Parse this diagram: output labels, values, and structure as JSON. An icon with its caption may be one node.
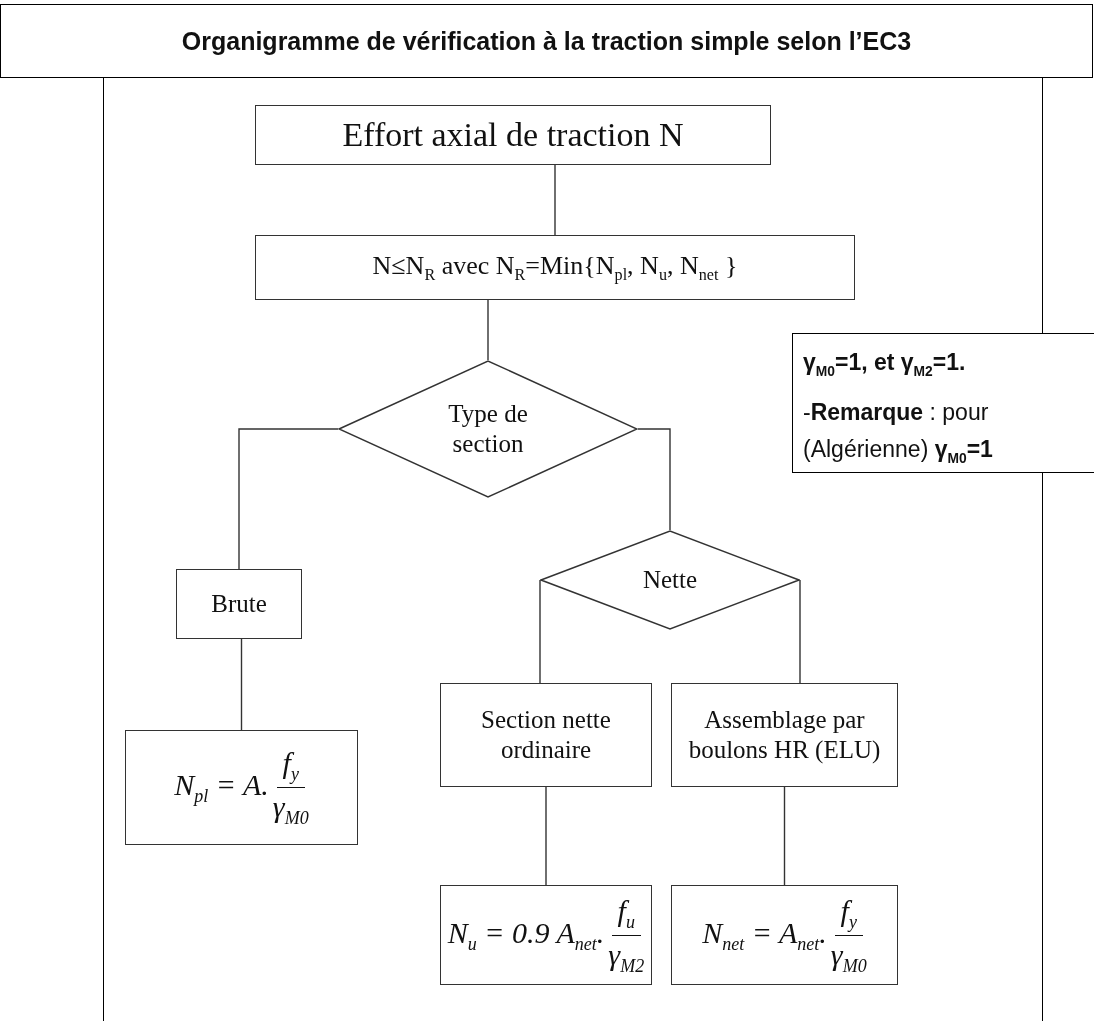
{
  "diagram": {
    "title": "Organigramme de vérification à la traction simple selon l’EC3",
    "nodes": [
      {
        "text": [
          "Effort axial de traction N"
        ]
      },
      {
        "text": [
          "N≤N$_{R}$ avec N$_{R}$=Min{N$_{pl}$, N$_{u}$, N$_{net}$ }"
        ]
      },
      {
        "text": [
          "Type de section"
        ]
      },
      {
        "text": [
          "Brute"
        ]
      },
      {
        "text": [
          "Nette"
        ]
      },
      {
        "text": [
          "Section nette ordinaire"
        ]
      },
      {
        "text": [
          "Assemblage par boulons HR (ELU)"
        ]
      },
      {
        "text": [
          "N$_{pl}$ = A.",
          "f$_{y}$",
          "γ$_{M0}$"
        ]
      },
      {
        "text": [
          "N$_{u}$ = 0.9 A$_{net}$.",
          "f$_{u}$",
          "γ$_{M2}$"
        ]
      },
      {
        "text": [
          "N$_{net}$ = A$_{net}$.",
          "f$_{y}$",
          "γ$_{M0}$"
        ]
      },
      {
        "text": [
          "γ$_{M0}$=1, et γ$_{M2}$=1.",
          "-**Remarque** : pour",
          "(Algérienne) **γ**$_{M0}$**=1**"
        ]
      }
    ],
    "edges": [
      {
        "from": 0,
        "to": 1,
        "arrow": "none"
      },
      {
        "from": 1,
        "to": 2,
        "arrow": "none"
      },
      {
        "from": 2,
        "to": 3,
        "arrow": "none"
      },
      {
        "from": 2,
        "to": 4,
        "arrow": "none"
      },
      {
        "from": 3,
        "to": 7,
        "arrow": "none"
      },
      {
        "from": 4,
        "to": 5,
        "arrow": "none"
      },
      {
        "from": 4,
        "to": 6,
        "arrow": "none"
      },
      {
        "from": 5,
        "to": 8,
        "arrow": "none"
      },
      {
        "from": 6,
        "to": 9,
        "arrow": "none"
      }
    ]
  }
}
